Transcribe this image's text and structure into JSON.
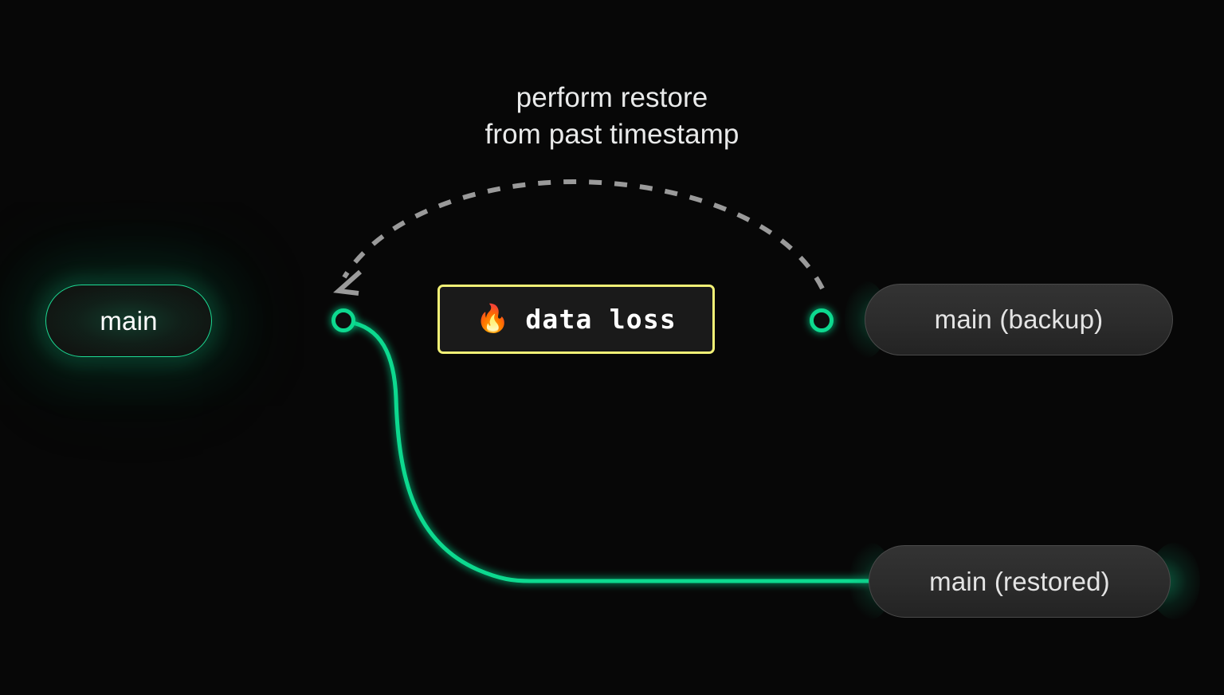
{
  "diagram": {
    "background_color": "#070707",
    "accent_color": "#0fd98f",
    "warning_color": "#f2f176",
    "caption": "perform restore\nfrom past timestamp",
    "nodes": [
      {
        "id": "main",
        "label": "main",
        "style": "accent-pill"
      },
      {
        "id": "backup",
        "label": "main (backup)",
        "style": "gray-pill"
      },
      {
        "id": "restored",
        "label": "main (restored)",
        "style": "gray-pill"
      }
    ],
    "event": {
      "label": "data loss",
      "icon": "fire-icon",
      "emoji": "🔥",
      "border_color": "#f2f176"
    },
    "connectors": {
      "junction_marker": "branch-point-circle",
      "endpoint_marker": "branch-endpoint-circle",
      "restore_arrow": "dashed-curved-arrow"
    }
  }
}
